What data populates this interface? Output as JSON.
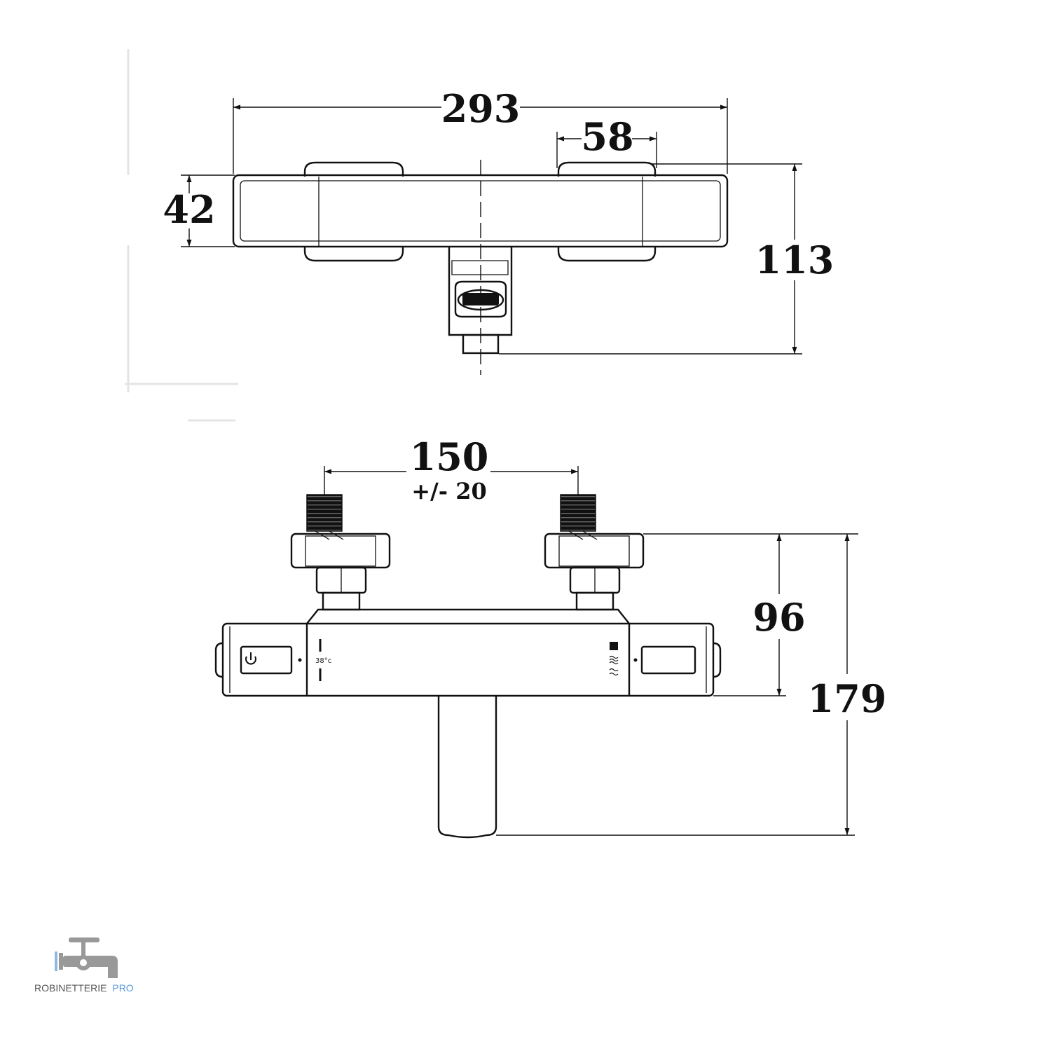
{
  "top_view": {
    "dim_overall_width": "293",
    "dim_handle_width": "58",
    "dim_body_depth": "42",
    "dim_total_depth": "113"
  },
  "front_view": {
    "dim_inlet_spacing": "150",
    "dim_inlet_tolerance": "+/- 20",
    "dim_inlet_to_body": "96",
    "dim_total_height": "179",
    "temperature_mark": "38°c"
  },
  "logo": {
    "brand_main": "ROBINETTERIE",
    "brand_accent": "PRO",
    "brand_main_color": "#555555",
    "brand_accent_color": "#5a9ad6",
    "icon": "faucet-logo-icon"
  }
}
